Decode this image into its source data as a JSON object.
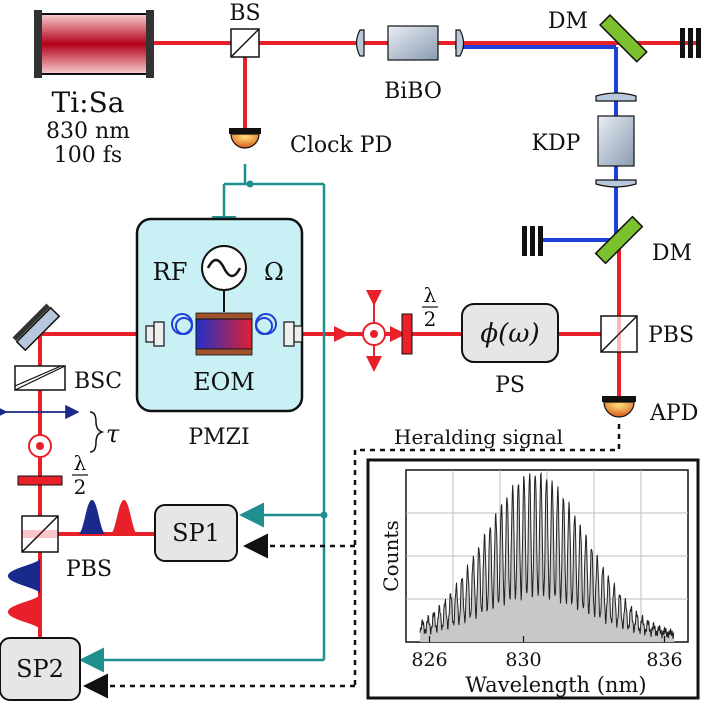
{
  "labels": {
    "laser": "Ti:Sa",
    "laser_wavelength": "830 nm",
    "laser_pulse": "100 fs",
    "bs": "BS",
    "bibo": "BiBO",
    "dm_top": "DM",
    "kdp": "KDP",
    "dm_mid": "DM",
    "clock_pd": "Clock PD",
    "rf": "RF",
    "omega": "Ω",
    "eom": "EOM",
    "pmzi": "PMZI",
    "half_wave_num": "λ",
    "half_wave_den": "2",
    "phase_fn": "ϕ(ω)",
    "ps": "PS",
    "pbs_right": "PBS",
    "apd": "APD",
    "bsc": "BSC",
    "tau": "τ",
    "pbs_left": "PBS",
    "sp1": "SP1",
    "sp2": "SP2",
    "heralding": "Heralding signal"
  },
  "colors": {
    "red_beam": "#e8202a",
    "blue_beam": "#1f3fd6",
    "teal_line": "#1f8f8f",
    "panel_bg": "#c9f0f5",
    "dm_green": "#7cbf2f",
    "box_gray": "#e6e6e6"
  },
  "chart_data": {
    "type": "area",
    "xlabel": "Wavelength (nm)",
    "ylabel": "Counts",
    "xlim": [
      825,
      837
    ],
    "ylim": [
      0,
      1
    ],
    "xticks": [
      826,
      830,
      836
    ],
    "grid": true,
    "envelope": {
      "center": 830.5,
      "sigma": 2.2,
      "peak": 0.95,
      "fringe_period": 0.24
    }
  }
}
